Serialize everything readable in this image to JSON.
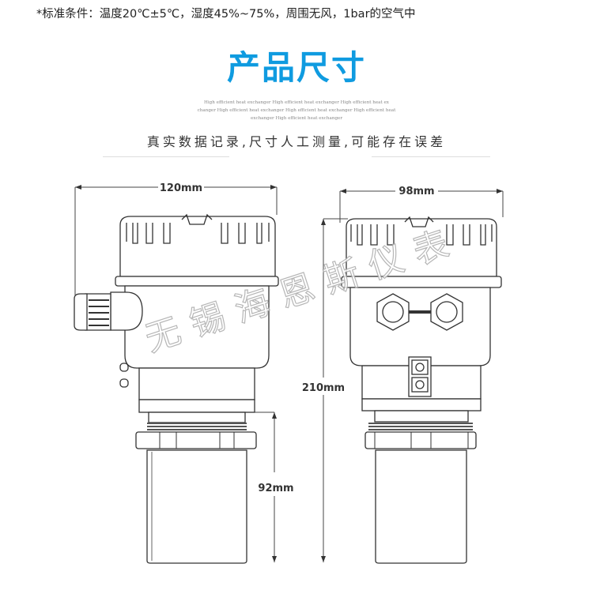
{
  "note": "*标准条件：温度20℃±5℃，湿度45%~75%，周围无风，1bar的空气中",
  "title": "产品尺寸",
  "fine_print": [
    "High efficient heat exchanger  High efficient heat exchanger  High efficient heat ex",
    "changer  High efficient heat exchanger  High efficient heat exchanger  High efficient heat",
    "exchanger High efficient heat exchanger"
  ],
  "subtitle": "真实数据记录,尺寸人工测量,可能存在误差",
  "dimensions": {
    "front_width": "120mm",
    "side_width": "98mm",
    "total_height": "210mm",
    "sensor_height": "92mm"
  },
  "watermark": "无锡海恩斯仪表",
  "colors": {
    "title": "#0f9be0"
  }
}
